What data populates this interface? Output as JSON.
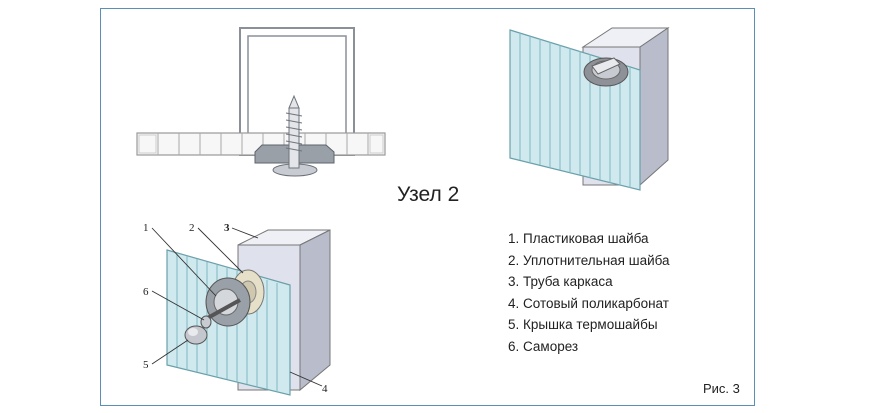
{
  "title": "Узел 2",
  "legend": [
    "1. Пластиковая шайба",
    "2. Уплотнительная шайба",
    "3. Труба каркаса",
    "4. Сотовый поликарбонат",
    "5. Крышка термошайбы",
    "6. Саморез"
  ],
  "figure_label": "Рис. 3",
  "callouts": [
    "1",
    "2",
    "3",
    "4",
    "5",
    "6"
  ],
  "colors": {
    "frame": "#5a8fb6",
    "polycarbonate": "#cfe9ee",
    "polycarbonate_lines": "#7fb8c2",
    "tube_front": "#dfe2ec",
    "tube_side": "#b8bccb",
    "washer": "#8e9298"
  }
}
